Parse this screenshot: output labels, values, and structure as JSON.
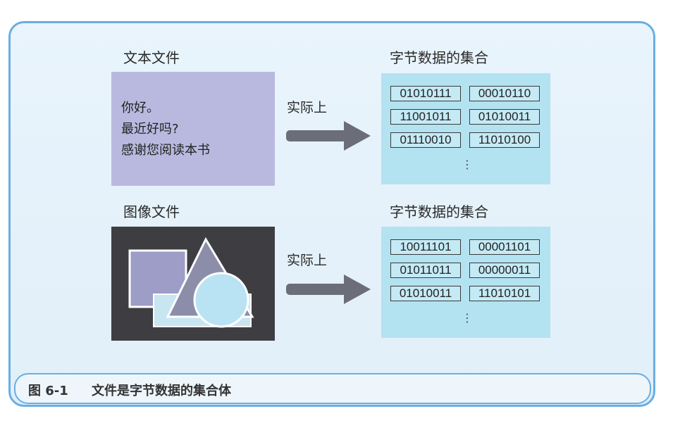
{
  "text_file": {
    "title": "文本文件",
    "lines": [
      "你好。",
      "最近好吗?",
      "感谢您阅读本书"
    ],
    "arrow_label": "实际上",
    "bytes_title": "字节数据的集合",
    "bytes": [
      [
        "01010111",
        "00010110"
      ],
      [
        "11001011",
        "01010011"
      ],
      [
        "01110010",
        "11010100"
      ]
    ],
    "ellipsis": "⋮"
  },
  "image_file": {
    "title": "图像文件",
    "arrow_label": "实际上",
    "bytes_title": "字节数据的集合",
    "bytes": [
      [
        "10011101",
        "00001101"
      ],
      [
        "01011011",
        "00000011"
      ],
      [
        "01010011",
        "11010101"
      ]
    ],
    "ellipsis": "⋮"
  },
  "caption": {
    "number": "图 6-1",
    "title": "文件是字节数据的集合体"
  },
  "colors": {
    "frame_border": "#6aaee2",
    "frame_fill": "#e5f1fa",
    "text_box_fill": "#b9b9e0",
    "image_box_fill": "#3e3e42",
    "byte_panel_fill": "#b3e2f1",
    "arrow": "#6b6e78"
  }
}
